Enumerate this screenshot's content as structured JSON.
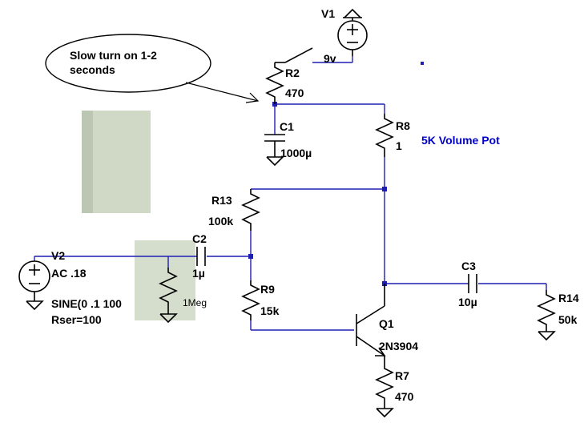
{
  "colors": {
    "wire": "#1e1eb4",
    "component": "#000000",
    "note_text": "#0000cc",
    "pasted_patch": "#cdd8c2",
    "background": "#ffffff"
  },
  "callout": {
    "text_line1": "Slow turn on  1-2",
    "text_line2": "seconds"
  },
  "note": {
    "text": "5K Volume Pot"
  },
  "components": {
    "v1": {
      "name": "V1",
      "value": "9v"
    },
    "r2": {
      "name": "R2",
      "value": "470"
    },
    "c1": {
      "name": "C1",
      "value": "1000µ"
    },
    "r8": {
      "name": "R8",
      "value": "1"
    },
    "r13": {
      "name": "R13",
      "value": "100k"
    },
    "c2": {
      "name": "C2",
      "value": "1µ"
    },
    "v2": {
      "name": "V2",
      "value": "AC .18",
      "spec_line1": "SINE(0 .1 100",
      "spec_line2": "Rser=100"
    },
    "r_1meg": {
      "value": "1Meg"
    },
    "r9": {
      "name": "R9",
      "value": "15k"
    },
    "q1": {
      "name": "Q1",
      "value": "2N3904"
    },
    "r7": {
      "name": "R7",
      "value": "470"
    },
    "c3": {
      "name": "C3",
      "value": "10µ"
    },
    "r14": {
      "name": "R14",
      "value": "50k"
    }
  }
}
